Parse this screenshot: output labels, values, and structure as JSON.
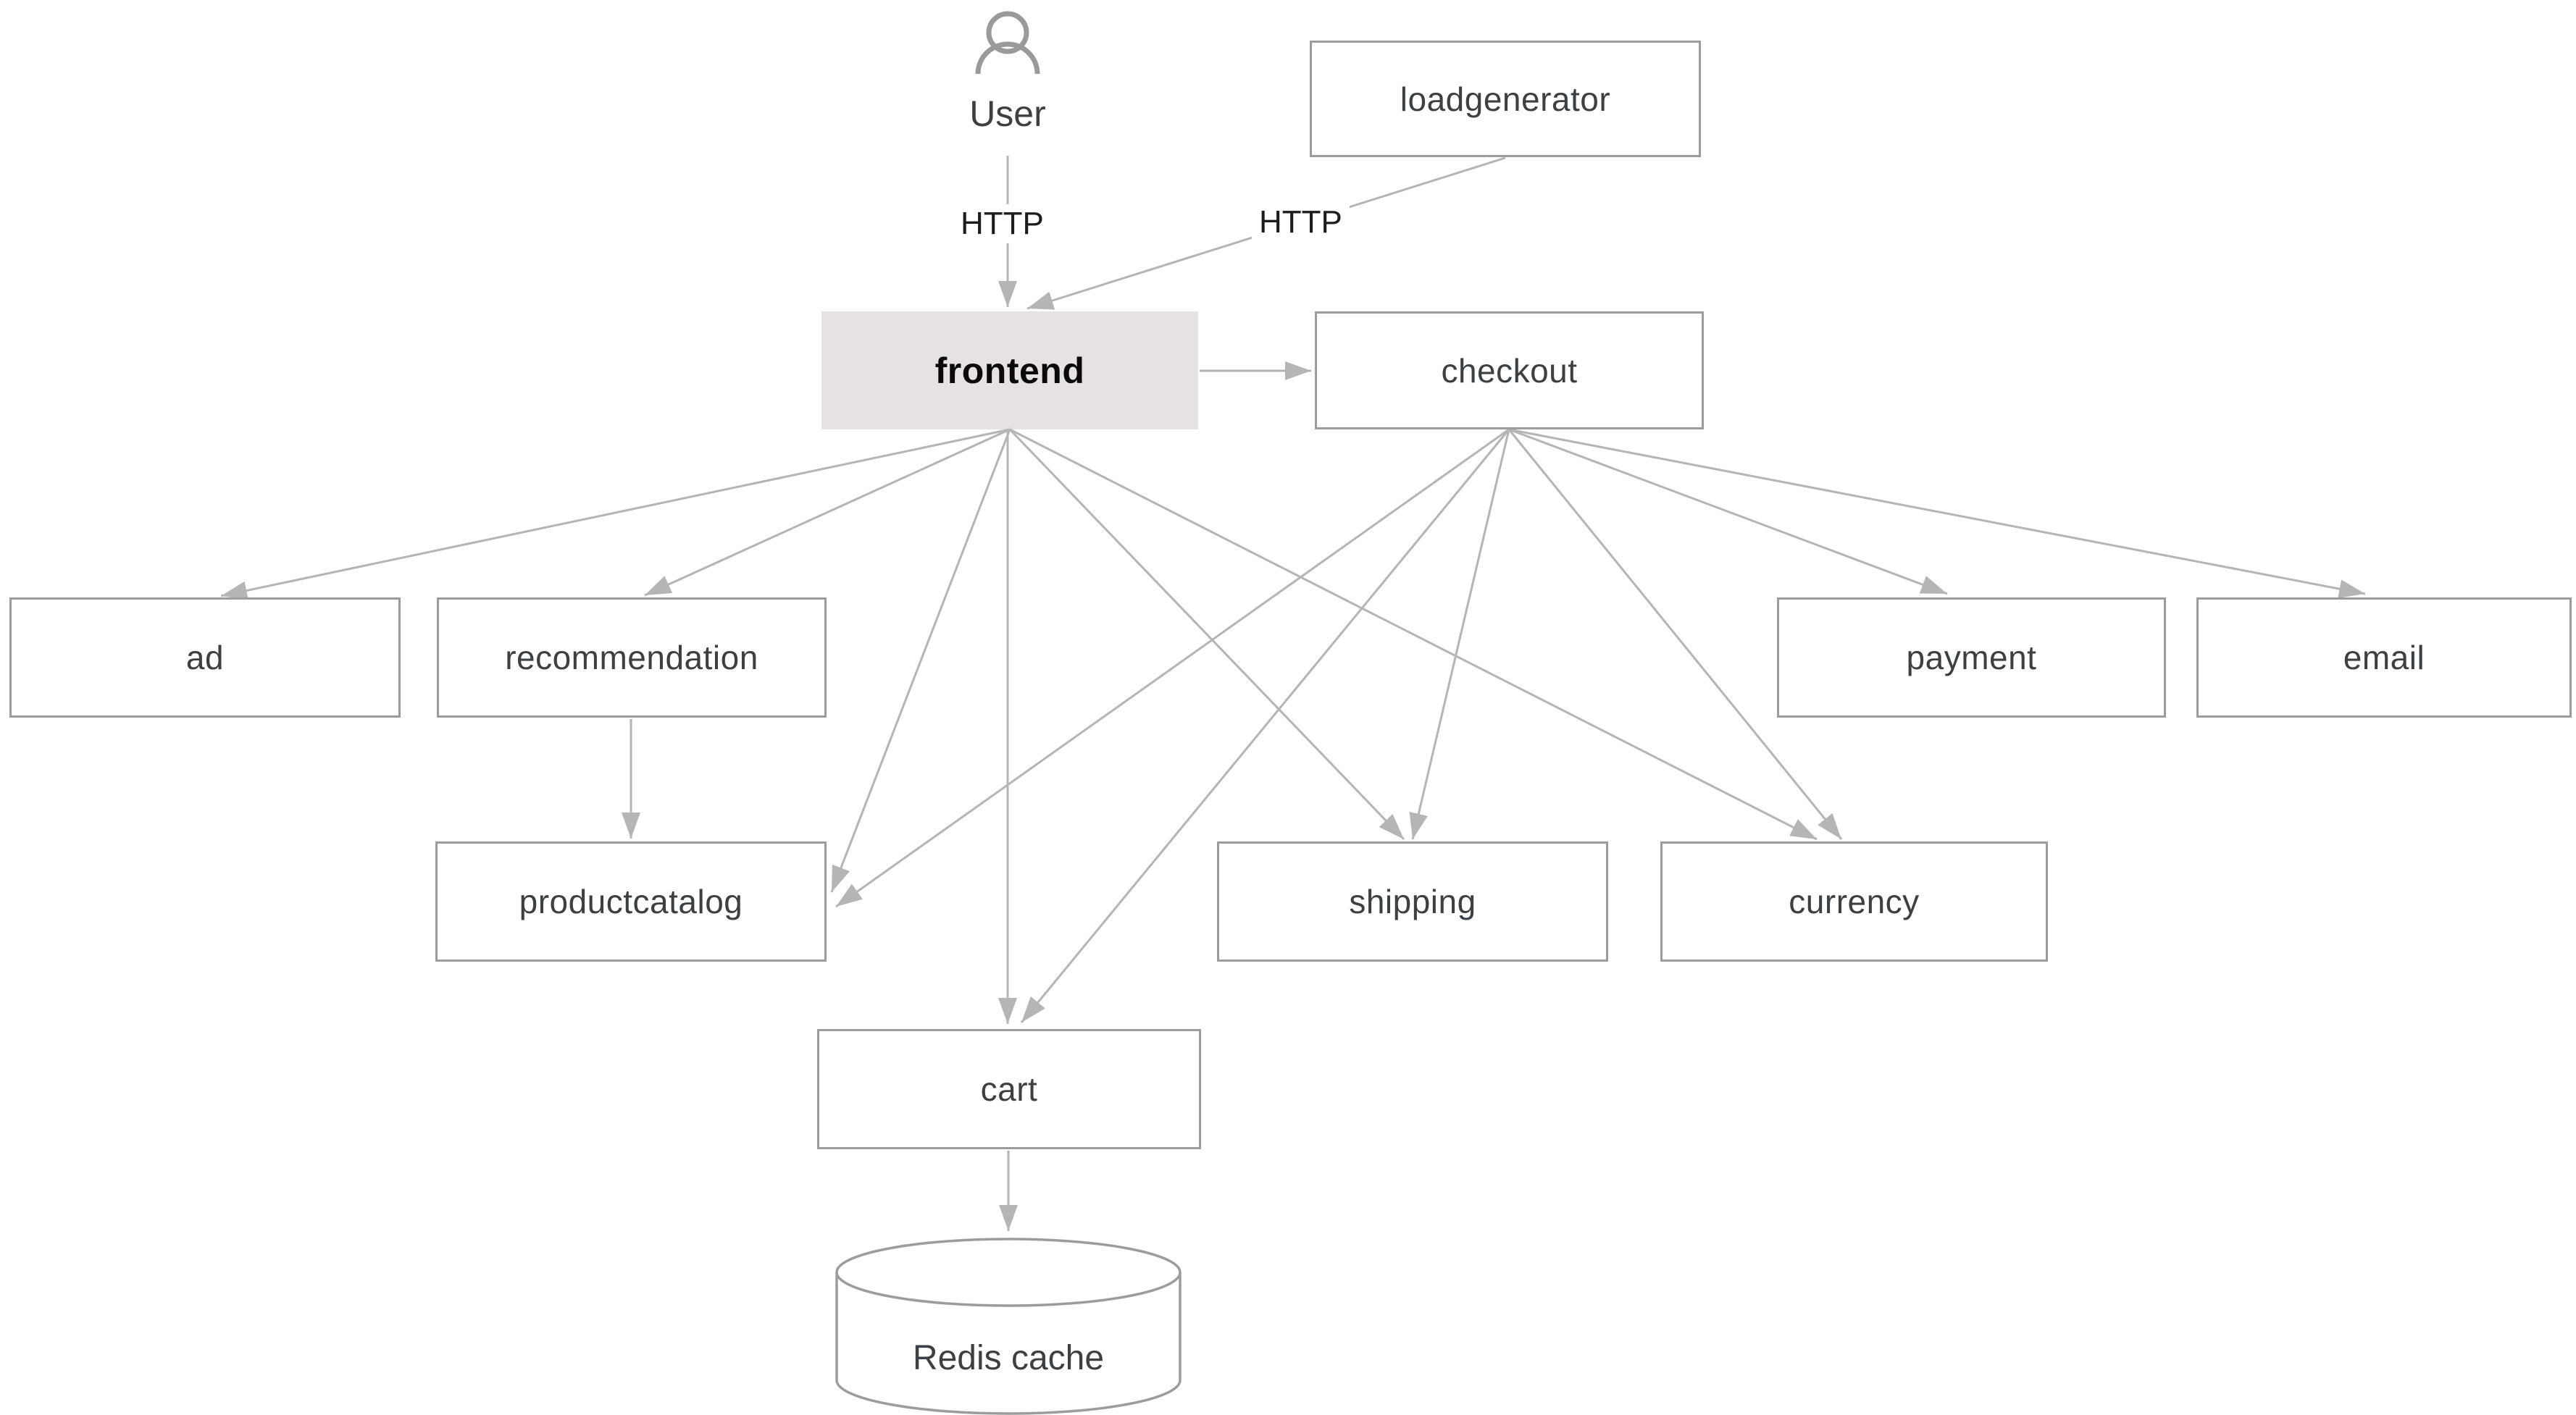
{
  "nodes": {
    "user": {
      "label": "User",
      "type": "actor"
    },
    "loadgenerator": {
      "label": "loadgenerator",
      "type": "service"
    },
    "frontend": {
      "label": "frontend",
      "type": "service",
      "highlighted": true
    },
    "checkout": {
      "label": "checkout",
      "type": "service"
    },
    "ad": {
      "label": "ad",
      "type": "service"
    },
    "recommendation": {
      "label": "recommendation",
      "type": "service"
    },
    "payment": {
      "label": "payment",
      "type": "service"
    },
    "email": {
      "label": "email",
      "type": "service"
    },
    "productcatalog": {
      "label": "productcatalog",
      "type": "service"
    },
    "shipping": {
      "label": "shipping",
      "type": "service"
    },
    "currency": {
      "label": "currency",
      "type": "service"
    },
    "cart": {
      "label": "cart",
      "type": "service"
    },
    "redis": {
      "label": "Redis cache",
      "type": "database"
    }
  },
  "edges": [
    {
      "from": "User",
      "to": "frontend",
      "label": "HTTP"
    },
    {
      "from": "loadgenerator",
      "to": "frontend",
      "label": "HTTP"
    },
    {
      "from": "frontend",
      "to": "checkout",
      "label": ""
    },
    {
      "from": "frontend",
      "to": "ad",
      "label": ""
    },
    {
      "from": "frontend",
      "to": "recommendation",
      "label": ""
    },
    {
      "from": "frontend",
      "to": "productcatalog",
      "label": ""
    },
    {
      "from": "frontend",
      "to": "cart",
      "label": ""
    },
    {
      "from": "frontend",
      "to": "shipping",
      "label": ""
    },
    {
      "from": "frontend",
      "to": "currency",
      "label": ""
    },
    {
      "from": "checkout",
      "to": "productcatalog",
      "label": ""
    },
    {
      "from": "checkout",
      "to": "cart",
      "label": ""
    },
    {
      "from": "checkout",
      "to": "shipping",
      "label": ""
    },
    {
      "from": "checkout",
      "to": "currency",
      "label": ""
    },
    {
      "from": "checkout",
      "to": "payment",
      "label": ""
    },
    {
      "from": "checkout",
      "to": "email",
      "label": ""
    },
    {
      "from": "recommendation",
      "to": "productcatalog",
      "label": ""
    },
    {
      "from": "cart",
      "to": "redis",
      "label": ""
    }
  ],
  "colors": {
    "arrow": "#b5b5b5",
    "box_border": "#9c9c9c",
    "box_label": "#3c4043",
    "frontend_fill": "#e6e1e3",
    "frontend_text": "#0a0a0a",
    "user_icon": "#9a9a9a",
    "background": "#ffffff"
  }
}
